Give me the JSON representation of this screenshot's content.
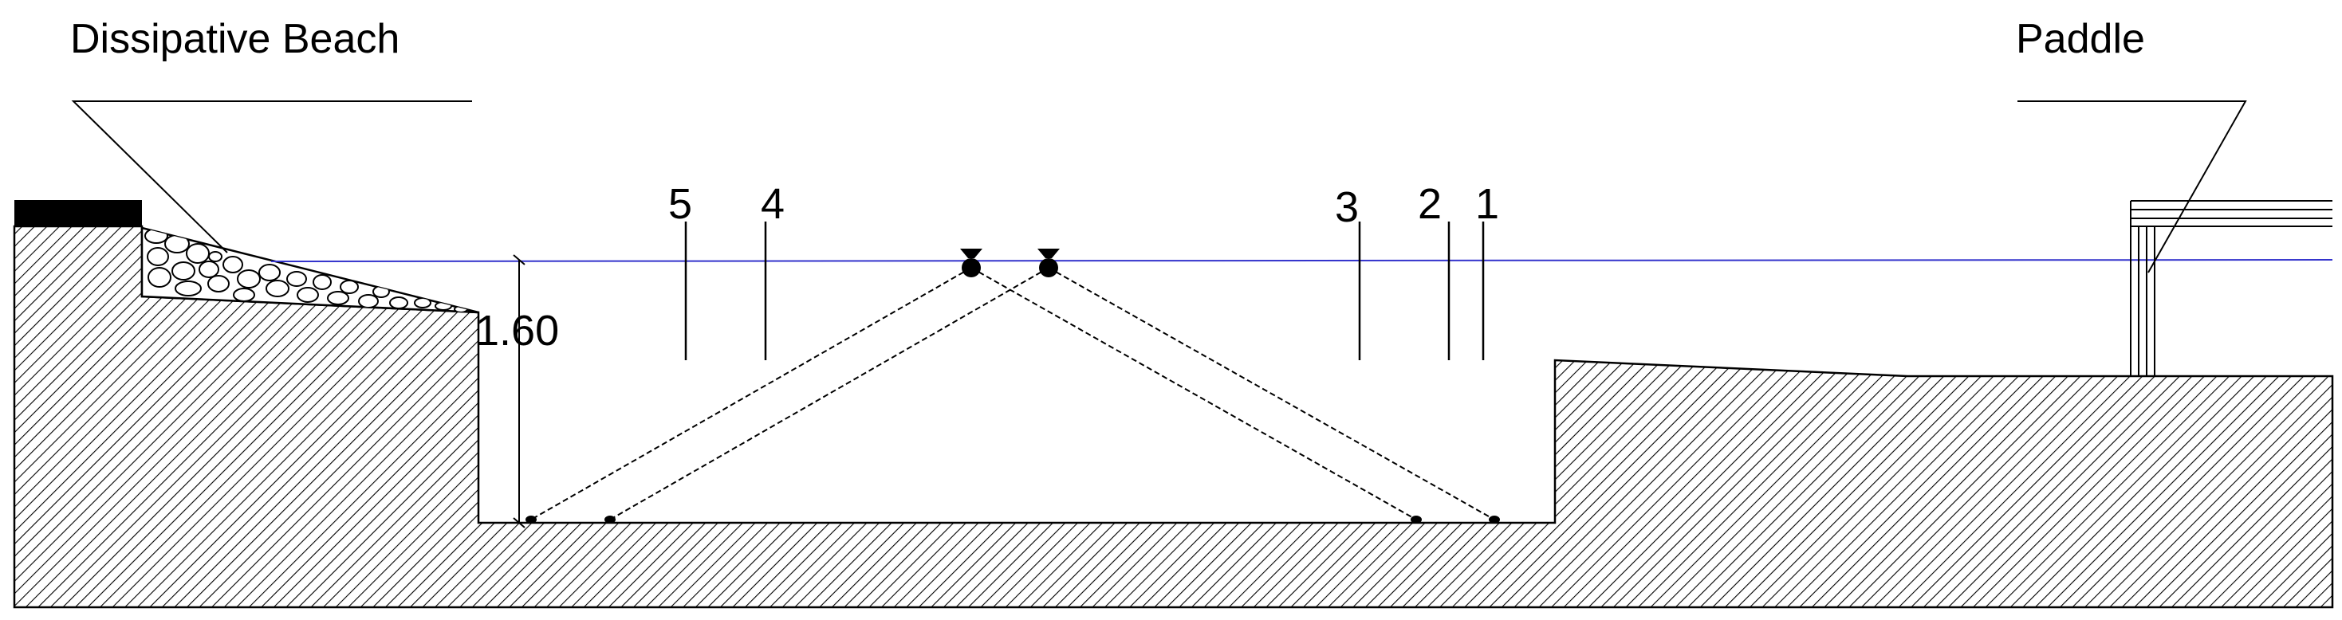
{
  "labels": {
    "beach": "Dissipative Beach",
    "paddle": "Paddle",
    "depth": "1.60"
  },
  "probes": [
    "5",
    "4",
    "3",
    "2",
    "1"
  ],
  "colors": {
    "water_line": "#3333cc",
    "ink": "#000000",
    "background": "#ffffff"
  }
}
